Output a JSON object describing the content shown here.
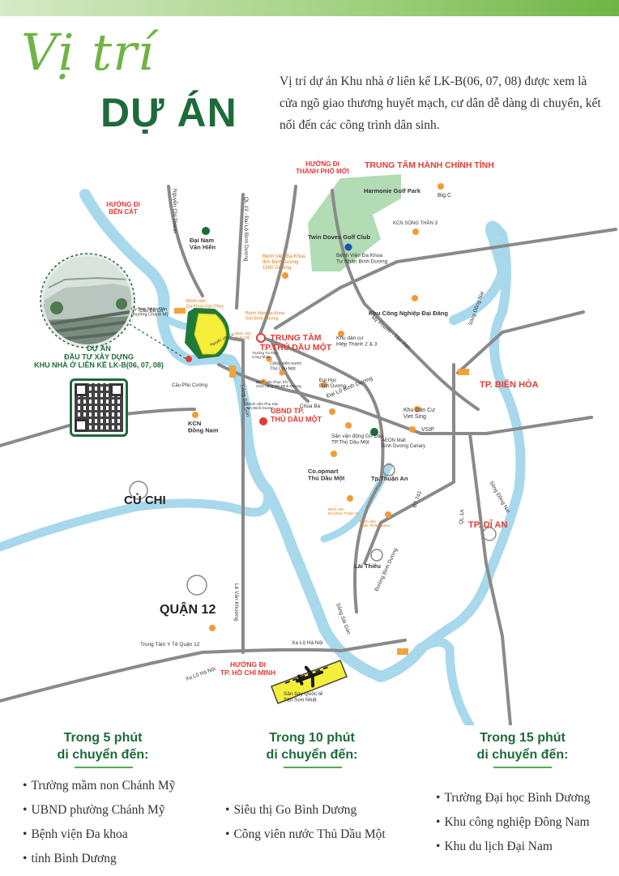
{
  "header": {
    "title_script": "Vị trí",
    "title_main": "DỰ ÁN",
    "intro": "Vị trí dự án Khu nhà ở liên kế LK-B(06, 07, 08) được xem là cửa ngõ giao thương huyết mạch, cư dân dễ dàng di chuyển, kết nối đến các công trình dân sinh."
  },
  "map": {
    "directions": {
      "thanh_pho_moi": "HƯỚNG ĐI\nTHÀNH PHỐ MỚI",
      "ben_cat": "HƯỚNG ĐI\nBẾN CÁT",
      "hcm": "HƯỚNG ĐI\nTP. HỒ CHÍ MINH"
    },
    "major_labels": {
      "hanh_chinh": "TRUNG TÂM HÀNH CHÍNH TỈNH",
      "trung_tam_tdm": "TRUNG TÂM\nTP.THỦ DẦU MỘT",
      "bien_hoa": "TP. BIÊN HÒA",
      "di_an": "TP. DĨ AN",
      "cu_chi": "CỦ CHI",
      "quan12": "QUẬN 12",
      "ubnd": "UBND TP.\nTHỦ DẦU MỘT"
    },
    "project": {
      "label": "DỰ ÁN\nĐẦU TƯ XÂY DỰNG\nKHU NHÀ Ở LIÊN KẾ LK-B(06, 07, 08)"
    },
    "roads": {
      "nguyen_chi_thanh": "Nguyễn Chí Thanh",
      "ql13": "QL 13 - Đại Lộ Bình Dương",
      "my_phuoc": "Mỹ Phước - Tân Vạn",
      "dt743": "ĐT 743",
      "ql1a": "QL.1A",
      "dai_lo_bd": "Đại Lộ Bình Dương",
      "le_van_khuong": "Lê Văn Khương",
      "xa_lo_hn1": "Xa Lộ Hà Nội",
      "xa_lo_hn2": "Xa Lộ Hà Nội",
      "song_sai_gon1": "Sông Sài Gòn",
      "song_sai_gon2": "Sông Sài Gòn",
      "song_dong_nai": "Sông Đồng Nai",
      "song_dong_nai2": "Sông Đồng Nai",
      "dt_binh_duong": "Đường Bình Dương"
    },
    "places": [
      {
        "name": "Harmonie Golf Park"
      },
      {
        "name": "Big C"
      },
      {
        "name": "KCN SÓNG THẦN 3"
      },
      {
        "name": "Twin Doves Golf Club"
      },
      {
        "name": "Đại Nam\nVăn Hiến"
      },
      {
        "name": "Bệnh Viện Đa Khoa\ntỉnh Bình Dương\n1500 Giường"
      },
      {
        "name": "Bệnh Viện Đa Khoa\nTư Nhân Bình Dương"
      },
      {
        "name": "Khu Công Nghiệp Đại Đăng"
      },
      {
        "name": "Bệnh viện\nĐa Khoa Vạn Phúc"
      },
      {
        "name": "Bệnh Viện Đa Khoa\ntỉnh Bình Dương"
      },
      {
        "name": "Cầu Bà Cô"
      },
      {
        "name": "Ủy Ban Nhân Dân\nphường Chánh Mỹ"
      },
      {
        "name": "Khu dân cư\nHiệp Thành 2 & 3"
      },
      {
        "name": "Trường Tư thục\nCông Nhiên"
      },
      {
        "name": "Công viên nước\nThủ Dầu Một"
      },
      {
        "name": "Bệnh viện Phục hồi\nchức năng tỉnh Bình Dương"
      },
      {
        "name": "Đại Học\nBình Dương"
      },
      {
        "name": "Cầu Phú Cường"
      },
      {
        "name": "Bệnh viện Phụ Sản\nNhi Bình Dương"
      },
      {
        "name": "Chùa Bà"
      },
      {
        "name": "Khu Dân Cư\nViet Sing"
      },
      {
        "name": "VSIP"
      },
      {
        "name": "KCN\nĐồng Nam"
      },
      {
        "name": "Sân vận động Gò Đậu\nTP.Thủ Dầu Một"
      },
      {
        "name": "AEON Mall\nBình Dương Canary"
      },
      {
        "name": "Co.opmart\nThủ Dầu Một"
      },
      {
        "name": "Tp.Thuận An"
      },
      {
        "name": "Bệnh viện\nĐa Khoa Thuận An"
      },
      {
        "name": "Bệnh viện\nQuốc Tế Becamex"
      },
      {
        "name": "Lái Thiêu"
      },
      {
        "name": "Trung Tâm Y Tế Quận 12"
      },
      {
        "name": "Sân bay Quốc tế\nTân Sơn Nhất"
      },
      {
        "name": "Nguyễn Văn Cừ"
      },
      {
        "name": "Bệnh viện\nHoàn Mỹ"
      }
    ],
    "colors": {
      "road": "#8a8a8a",
      "river": "#a8d8ec",
      "green_area": "#a5d6a7",
      "project": "#f5ef3b",
      "accent_red": "#e53935",
      "poi_orange": "#f29a38",
      "poi_green": "#1e6b3a",
      "poi_blue": "#1d4fb3"
    }
  },
  "columns": [
    {
      "title": "Trong 5 phút\ndi chuyển đến:",
      "items": [
        "Trường mầm non Chánh Mỹ",
        "UBND phường Chánh Mỹ",
        "Bệnh viện Đa khoa",
        "tỉnh Bình Dương"
      ]
    },
    {
      "title": "Trong 10 phút\ndi chuyển đến:",
      "items": [
        "Siêu thị Go Bình Dương",
        "Công viên nước Thủ Dầu Một"
      ]
    },
    {
      "title": "Trong 15 phút\ndi chuyển đến:",
      "items": [
        "Trường Đại học Bình Dương",
        "Khu công nghiệp Đông Nam",
        "Khu du lịch Đại Nam"
      ]
    }
  ]
}
